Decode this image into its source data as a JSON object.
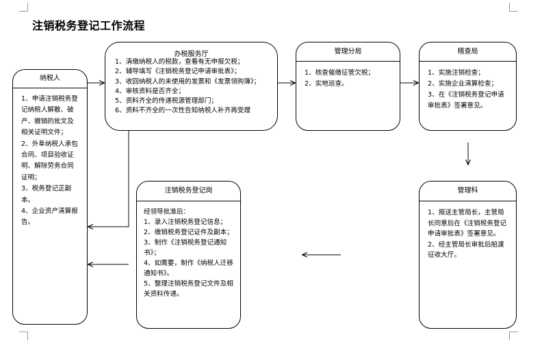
{
  "title": "注销税务登记工作流程",
  "nodes": {
    "taxpayer": {
      "label": "纳税人",
      "lines": [
        "1、申请注销税务登记纳税人解散、破产、撤销的批文及相关证明文件；",
        "2、外阜纳税人承包合同、项目验收证明、解除劳务合同证明；",
        "3、税务登记正副本。",
        "4、企业资产清算报告。"
      ]
    },
    "service_hall": {
      "label": "办税服务厅",
      "lines": [
        "1、清缴纳税人的税款，查看有无申报欠税；",
        "2、辅导填写《注销税务登记申请审批表》；",
        "3、收回纳税人的未使用的发票和《发票领购簿》；",
        "4、审核资料是否齐全；",
        "5、资料齐全的传递税源管理部门；",
        "6、资料不齐全的一次性告知纳税人补齐再受理"
      ]
    },
    "branch": {
      "label": "管理分局",
      "lines": [
        "1、核查催缴征管欠税；",
        "2、实地巡查。"
      ]
    },
    "inspection": {
      "label": "稽查局",
      "lines": [
        "1、实施注销检查；",
        "2、实施企业清算检查；",
        "3、在《注销税务登记申请审批表》签署意见。"
      ]
    },
    "management": {
      "label": "管理科",
      "lines": [
        "1、报送主管局长，主管局长同意后在《注销税务登记申请审批表》签署意见。",
        "2、经主管局长审批后船渡征收大厅。"
      ]
    },
    "registration": {
      "label": "注销税务登记岗",
      "lines": [
        "经领导批准后：",
        "1、录入注销税务登记信息；",
        "2、缴销税务登记证件及副本；",
        "3、制作《注销税务登记通知书》；",
        "4、如需要，制作《纳税人迁移通知书》。",
        "5、整理注销税务登记文件及相关资料传递。"
      ]
    }
  }
}
